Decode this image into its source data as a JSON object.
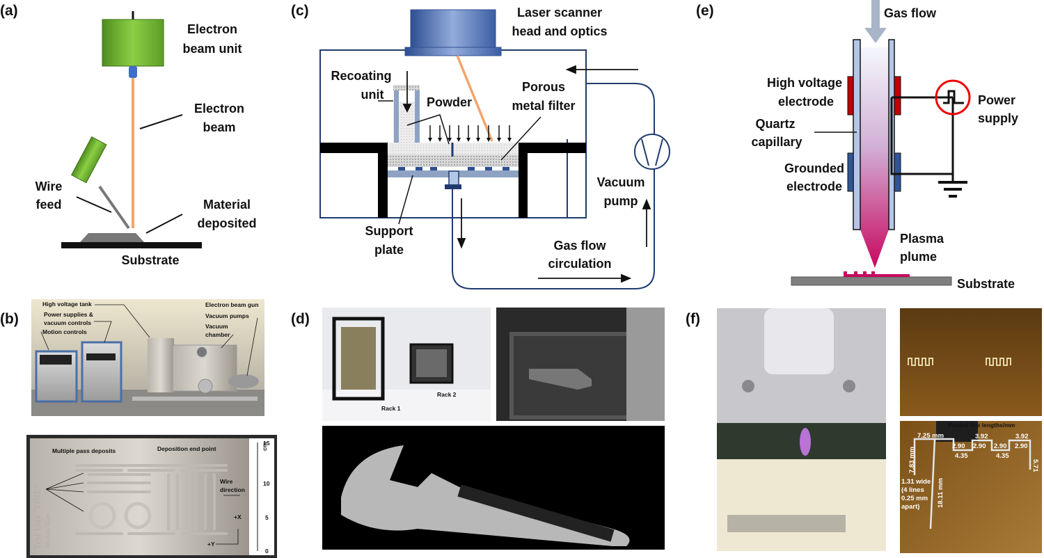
{
  "panels": {
    "a": {
      "label": "(a)",
      "electron_beam_unit": [
        "Electron",
        "beam unit"
      ],
      "electron_beam": [
        "Electron",
        "beam"
      ],
      "wire_feed": [
        "Wire",
        "feed"
      ],
      "material_deposited": [
        "Material",
        "deposited"
      ],
      "substrate": "Substrate"
    },
    "b": {
      "label": "(b)",
      "photo1": {
        "high_voltage_tank": "High voltage tank",
        "power_supplies": [
          "Power supplies &",
          "vacuum controls"
        ],
        "motion_controls": "Motion controls",
        "electron_beam_gun": "Electron beam gun",
        "vacuum_pumps": "Vacuum pumps",
        "vacuum_chamber": [
          "Vacuum",
          "chamber"
        ]
      },
      "photo2": {
        "multiple_pass_deposits": "Multiple pass deposits",
        "deposition_end_point": "Deposition end point",
        "wire_direction": [
          "Wire",
          "direction"
        ],
        "plus_x": "+X",
        "plus_y": "+Y",
        "ruler_unit": "cm",
        "ruler_ticks": [
          "0",
          "5",
          "10",
          "15"
        ],
        "handwriting": [
          "Test Day \"ONE\"",
          "-No Kill Team"
        ]
      }
    },
    "c": {
      "label": "(c)",
      "laser_scanner": [
        "Laser scanner",
        "head and optics"
      ],
      "recoating_unit": [
        "Recoating",
        "unit"
      ],
      "powder": "Powder",
      "porous_filter": [
        "Porous",
        "metal filter"
      ],
      "support_plate": [
        "Support",
        "plate"
      ],
      "vacuum_pump": [
        "Vacuum",
        "pump"
      ],
      "gas_flow": [
        "Gas flow",
        "circulation"
      ]
    },
    "d": {
      "label": "(d)",
      "rack1": "Rack 1",
      "rack2": "Rack 2"
    },
    "e": {
      "label": "(e)",
      "gas_flow": "Gas flow",
      "high_voltage": [
        "High voltage",
        "electrode"
      ],
      "quartz": [
        "Quartz",
        "capillary"
      ],
      "grounded": [
        "Grounded",
        "electrode"
      ],
      "power_supply": [
        "Power",
        "supply"
      ],
      "plasma_plume": [
        "Plasma",
        "plume"
      ],
      "substrate": "Substrate"
    },
    "f": {
      "label": "(f)",
      "printed_lengths_title": "Printed line lengths/mm",
      "measurements": [
        "7.25 mm",
        "3.92",
        "3.92",
        "2.90",
        "2.90",
        "2.90",
        "2.90",
        "4.35",
        "4.35",
        "5.71",
        "7.83 mm",
        "18.11 mm"
      ],
      "width_note": [
        "1.31 wide",
        "(4 lines",
        "0.25 mm",
        "apart)"
      ]
    }
  },
  "colors": {
    "green": "#6fae2e",
    "navy": "#1f3a6e",
    "beam": "#f4a46a",
    "red": "#c00000",
    "plasma": "#c8075f"
  }
}
